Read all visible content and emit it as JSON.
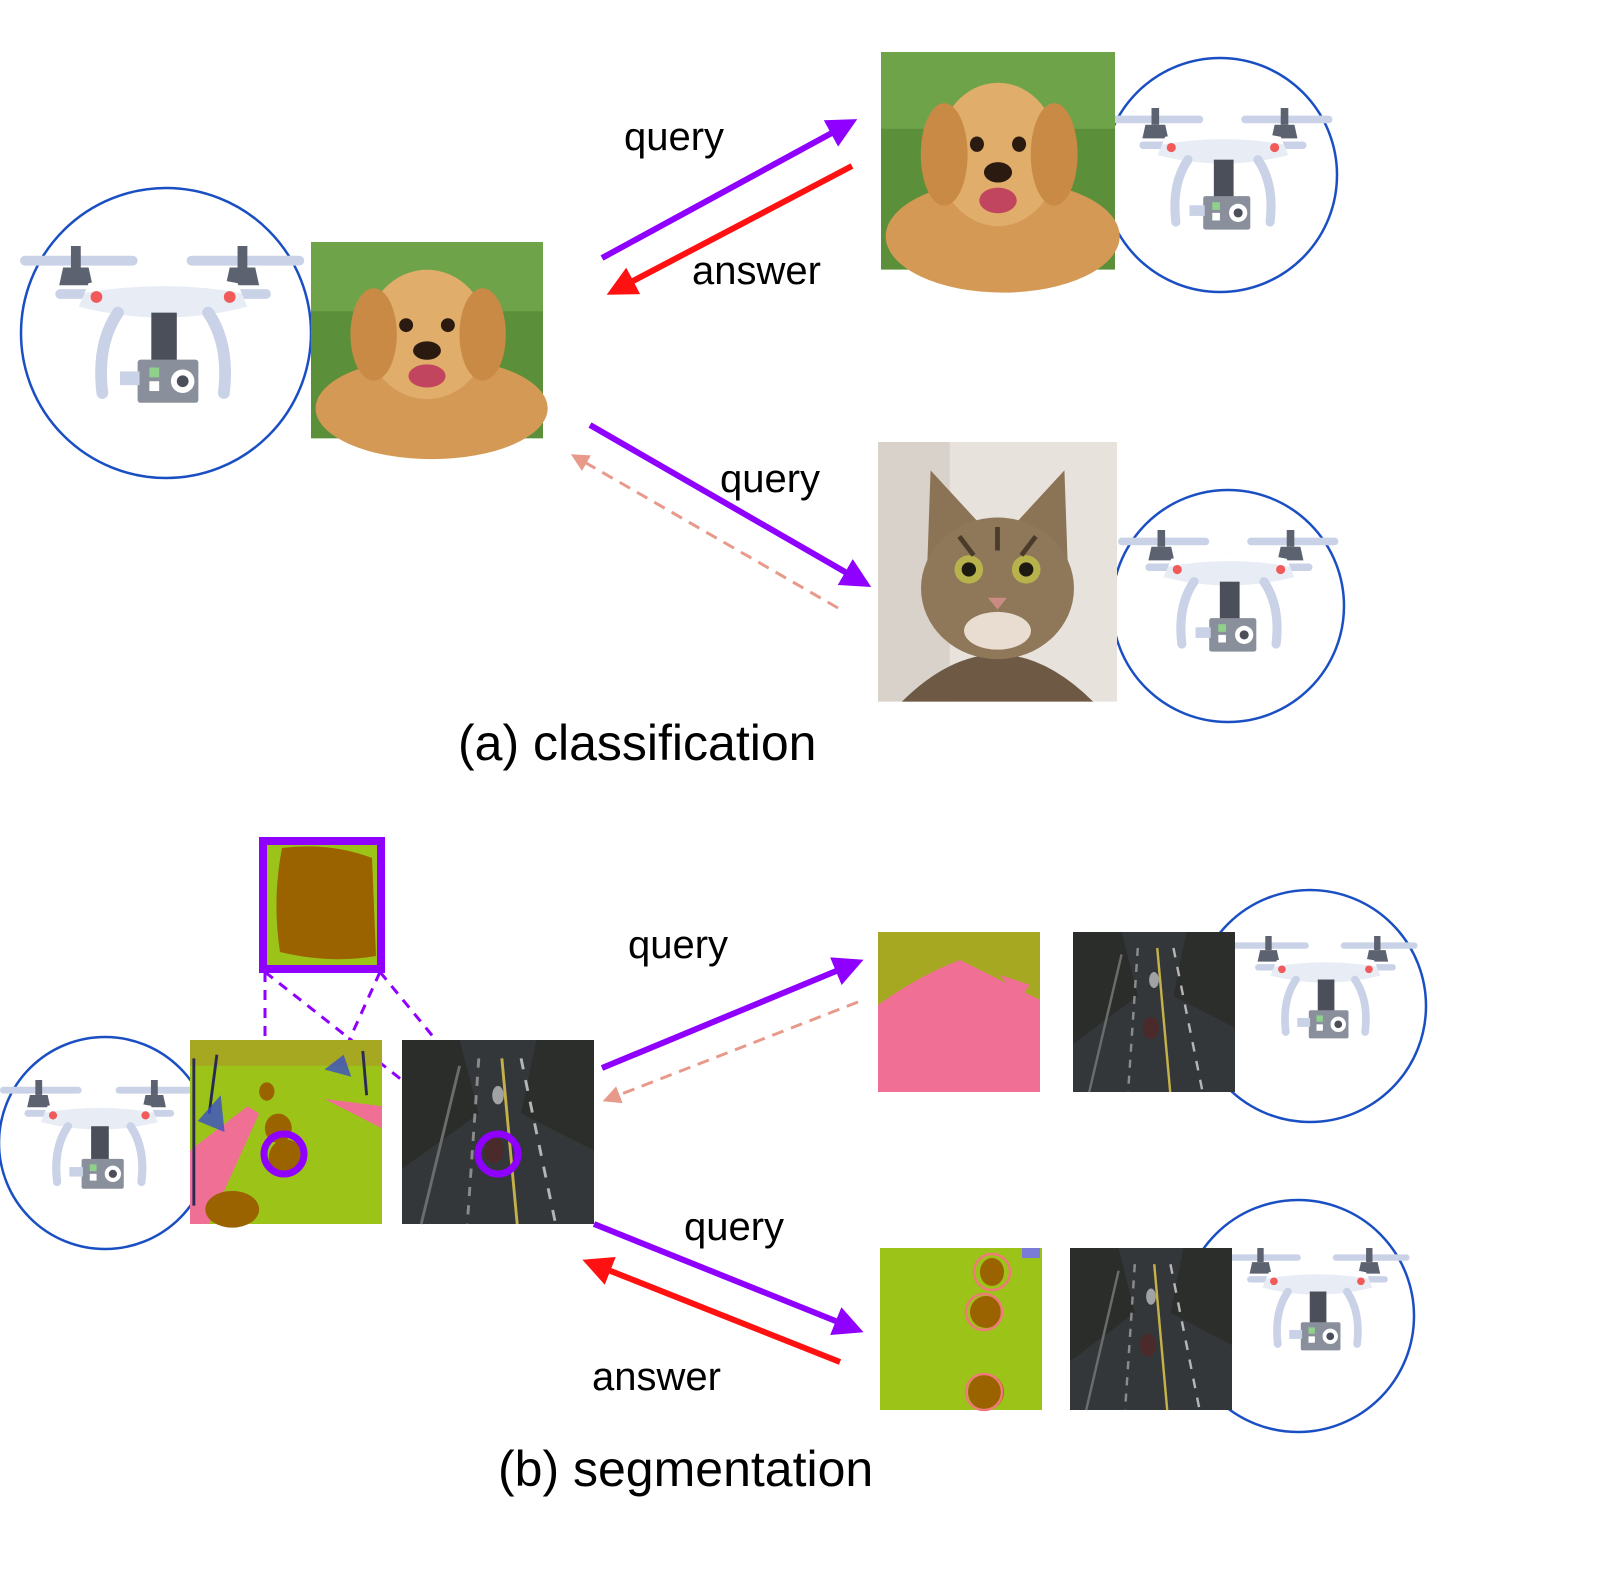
{
  "colors": {
    "query_arrow": "#8f00ff",
    "answer_arrow": "#ff1111",
    "weak_answer_arrow": "#e89a8a",
    "drone_circle": "#1a4fc4",
    "seg_grass": "#9cc318",
    "seg_road_pink": "#f06f95",
    "seg_car": "#9a6300",
    "seg_olive": "#a7a821",
    "road_dark": "#34373a"
  },
  "section_a": {
    "caption": "(a) classification",
    "query_top": "query",
    "answer_top": "answer",
    "query_bottom": "query"
  },
  "section_b": {
    "caption": "(b) segmentation",
    "query_top": "query",
    "query_bottom": "query",
    "answer_bottom": "answer"
  },
  "icons": [
    "drone-icon",
    "dog-photo",
    "cat-photo",
    "segmentation-map",
    "street-photo"
  ]
}
